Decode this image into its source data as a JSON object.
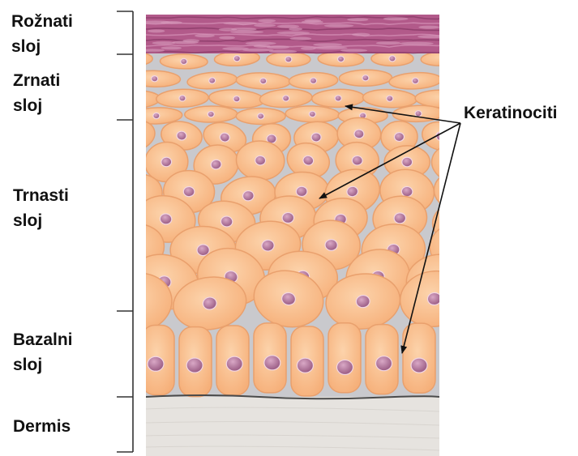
{
  "layers": [
    {
      "label": "Rožnati\nsloj"
    },
    {
      "label": "Zrnati\nsloj"
    },
    {
      "label": "Trnasti\nsloj"
    },
    {
      "label": "Bazalni\nsloj"
    },
    {
      "label": "Dermis"
    }
  ],
  "callout": {
    "label": "Keratinociti"
  },
  "colors": {
    "cornified": "#b25a8a",
    "cell_fill": "#f9bd8a",
    "cell_edge": "#e8a070",
    "nucleus": "#b0749a",
    "matrix": "#c9c9cd",
    "dermis": "#e6e3df",
    "bracket": "#333333"
  }
}
